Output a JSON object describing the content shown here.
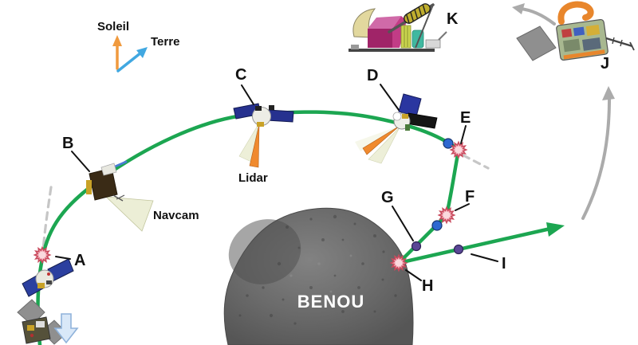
{
  "figure": {
    "description": "Asteroid proximity operations trajectory diagram",
    "asteroid_name": "BENOU"
  },
  "legend": {
    "sun_label": "Soleil",
    "earth_label": "Terre"
  },
  "instruments": {
    "lidar_label": "Lidar",
    "navcam_label": "Navcam"
  },
  "waypoints": {
    "A": "A",
    "B": "B",
    "C": "C",
    "D": "D",
    "E": "E",
    "F": "F",
    "G": "G",
    "H": "H",
    "I": "I",
    "J": "J",
    "K": "K"
  },
  "colors": {
    "trajectory_green": "#1CA651",
    "maneuver_marker_fill": "#F5B3BE",
    "maneuver_marker_core": "#FAD9DE",
    "maneuver_marker_stroke": "#C94B5E",
    "waypoint_blue": "#2E68D0",
    "waypoint_purple": "#5A4796",
    "sun_arrow": "#F09A3E",
    "earth_arrow": "#41A8E1",
    "ghost_arrow_gray": "#ABABAB",
    "dashed_gray": "#C6C6C6",
    "descent_arrow_fill": "#D9E8F8",
    "descent_arrow_stroke": "#8FB2DA",
    "asteroid_gray": "#6B6B6B"
  }
}
